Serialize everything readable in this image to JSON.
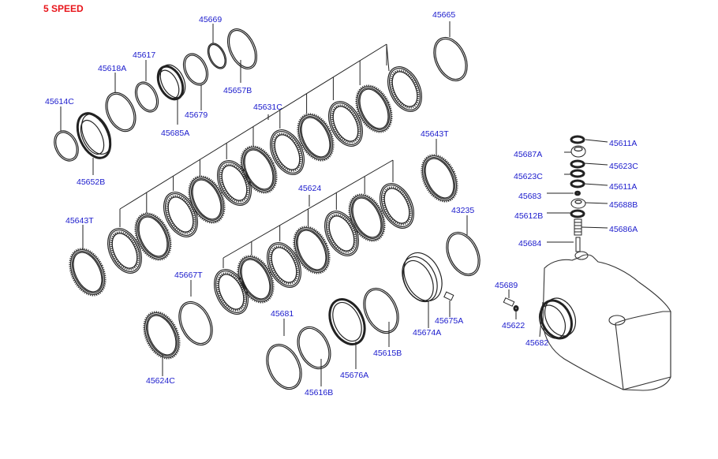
{
  "title": "5 SPEED",
  "colors": {
    "title": "#e8141a",
    "label": "#1a1acc",
    "line": "#222222"
  },
  "labels": [
    {
      "id": "45669",
      "text": "45669"
    },
    {
      "id": "45665",
      "text": "45665"
    },
    {
      "id": "45617",
      "text": "45617"
    },
    {
      "id": "45618A",
      "text": "45618A"
    },
    {
      "id": "45657B",
      "text": "45657B"
    },
    {
      "id": "45614C",
      "text": "45614C"
    },
    {
      "id": "45631C",
      "text": "45631C"
    },
    {
      "id": "45679",
      "text": "45679"
    },
    {
      "id": "45685A",
      "text": "45685A"
    },
    {
      "id": "45643T_top",
      "text": "45643T"
    },
    {
      "id": "45652B",
      "text": "45652B"
    },
    {
      "id": "45624",
      "text": "45624"
    },
    {
      "id": "43235",
      "text": "43235"
    },
    {
      "id": "45643T_left",
      "text": "45643T"
    },
    {
      "id": "45667T",
      "text": "45667T"
    },
    {
      "id": "45681",
      "text": "45681"
    },
    {
      "id": "45675A",
      "text": "45675A"
    },
    {
      "id": "45674A",
      "text": "45674A"
    },
    {
      "id": "45615B",
      "text": "45615B"
    },
    {
      "id": "45676A",
      "text": "45676A"
    },
    {
      "id": "45616B",
      "text": "45616B"
    },
    {
      "id": "45624C",
      "text": "45624C"
    },
    {
      "id": "45611A_top",
      "text": "45611A"
    },
    {
      "id": "45687A",
      "text": "45687A"
    },
    {
      "id": "45623C_right",
      "text": "45623C"
    },
    {
      "id": "45623C_left",
      "text": "45623C"
    },
    {
      "id": "45611A_bottom",
      "text": "45611A"
    },
    {
      "id": "45683",
      "text": "45683"
    },
    {
      "id": "45688B",
      "text": "45688B"
    },
    {
      "id": "45612B",
      "text": "45612B"
    },
    {
      "id": "45686A",
      "text": "45686A"
    },
    {
      "id": "45684",
      "text": "45684"
    },
    {
      "id": "45689",
      "text": "45689"
    },
    {
      "id": "45622",
      "text": "45622"
    },
    {
      "id": "45682",
      "text": "45682"
    }
  ]
}
